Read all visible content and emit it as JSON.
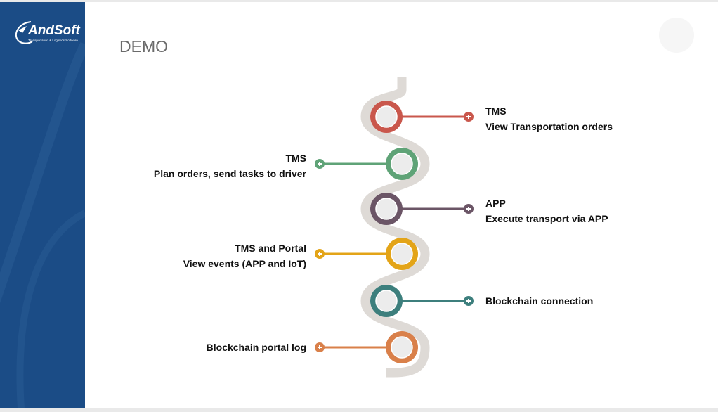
{
  "logo": {
    "name": "AndSoft",
    "tagline": "Transportation & Logistics Software"
  },
  "title": "DEMO",
  "steps": [
    {
      "title": "TMS",
      "subtitle": "View Transportation orders",
      "color": "#c9574c",
      "side": "right"
    },
    {
      "title": "TMS",
      "subtitle": "Plan orders, send tasks to driver",
      "color": "#5fa377",
      "side": "left"
    },
    {
      "title": "APP",
      "subtitle": "Execute transport via APP",
      "color": "#6b5566",
      "side": "right"
    },
    {
      "title": "TMS and Portal",
      "subtitle": "View events (APP and IoT)",
      "color": "#e3a418",
      "side": "left"
    },
    {
      "title": "Blockchain connection",
      "subtitle": "",
      "color": "#3d7f7d",
      "side": "right"
    },
    {
      "title": "Blockchain portal log",
      "subtitle": "",
      "color": "#d9804a",
      "side": "left"
    }
  ]
}
